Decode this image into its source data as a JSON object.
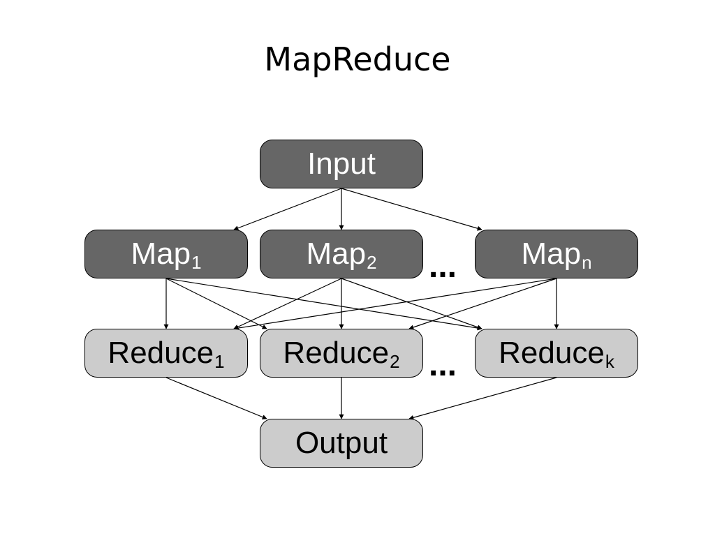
{
  "title": "MapReduce",
  "nodes": {
    "input": {
      "label": "Input"
    },
    "map1": {
      "label": "Map",
      "sub": "1"
    },
    "map2": {
      "label": "Map",
      "sub": "2"
    },
    "mapn": {
      "label": "Map",
      "sub": "n"
    },
    "reduce1": {
      "label": "Reduce",
      "sub": "1"
    },
    "reduce2": {
      "label": "Reduce",
      "sub": "2"
    },
    "reducek": {
      "label": "Reduce",
      "sub": "k"
    },
    "output": {
      "label": "Output"
    }
  },
  "ellipsis": "...",
  "edges": [
    [
      "input",
      "map1"
    ],
    [
      "input",
      "map2"
    ],
    [
      "input",
      "mapn"
    ],
    [
      "map1",
      "reduce1"
    ],
    [
      "map1",
      "reduce2"
    ],
    [
      "map1",
      "reducek"
    ],
    [
      "map2",
      "reduce1"
    ],
    [
      "map2",
      "reduce2"
    ],
    [
      "map2",
      "reducek"
    ],
    [
      "mapn",
      "reduce1"
    ],
    [
      "mapn",
      "reduce2"
    ],
    [
      "mapn",
      "reducek"
    ],
    [
      "reduce1",
      "output"
    ],
    [
      "reduce2",
      "output"
    ],
    [
      "reducek",
      "output"
    ]
  ],
  "colors": {
    "dark_fill": "#666666",
    "light_fill": "#cccccc",
    "stroke": "#000000"
  }
}
